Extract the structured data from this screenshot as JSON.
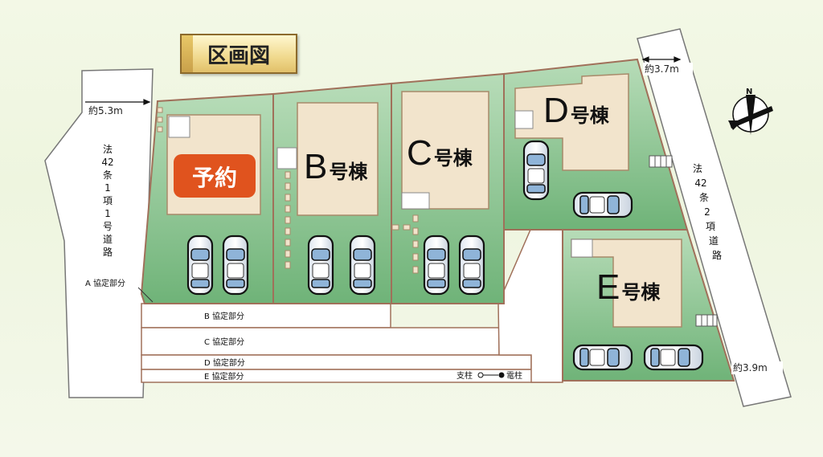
{
  "title": "区画図",
  "reserved_badge": "予約",
  "buildings": {
    "b": {
      "letter": "B",
      "suffix": "号棟"
    },
    "c": {
      "letter": "C",
      "suffix": "号棟"
    },
    "d": {
      "letter": "D",
      "suffix": "号棟"
    },
    "e": {
      "letter": "E",
      "suffix": "号棟"
    }
  },
  "road_widths": {
    "left": "約5.3m",
    "top_right": "約3.7m",
    "bottom_right": "約3.9m"
  },
  "roads": {
    "left": [
      "法",
      "42",
      "条",
      "1",
      "項",
      "1",
      "号",
      "道",
      "路"
    ],
    "right": [
      "法",
      "42",
      "条",
      "2",
      "項",
      "道",
      "路"
    ]
  },
  "zones": {
    "a": "A 協定部分",
    "b": "B 協定部分",
    "c": "C 協定部分",
    "d": "D 協定部分",
    "e": "E 協定部分"
  },
  "utility": {
    "left": "支柱",
    "right": "電柱"
  },
  "compass": {
    "north": "N"
  },
  "colors": {
    "lot_green": "#7fbf86",
    "building": "#f2e4cc",
    "reserved": "#e0531e",
    "lot_outline": "#a0705a"
  }
}
